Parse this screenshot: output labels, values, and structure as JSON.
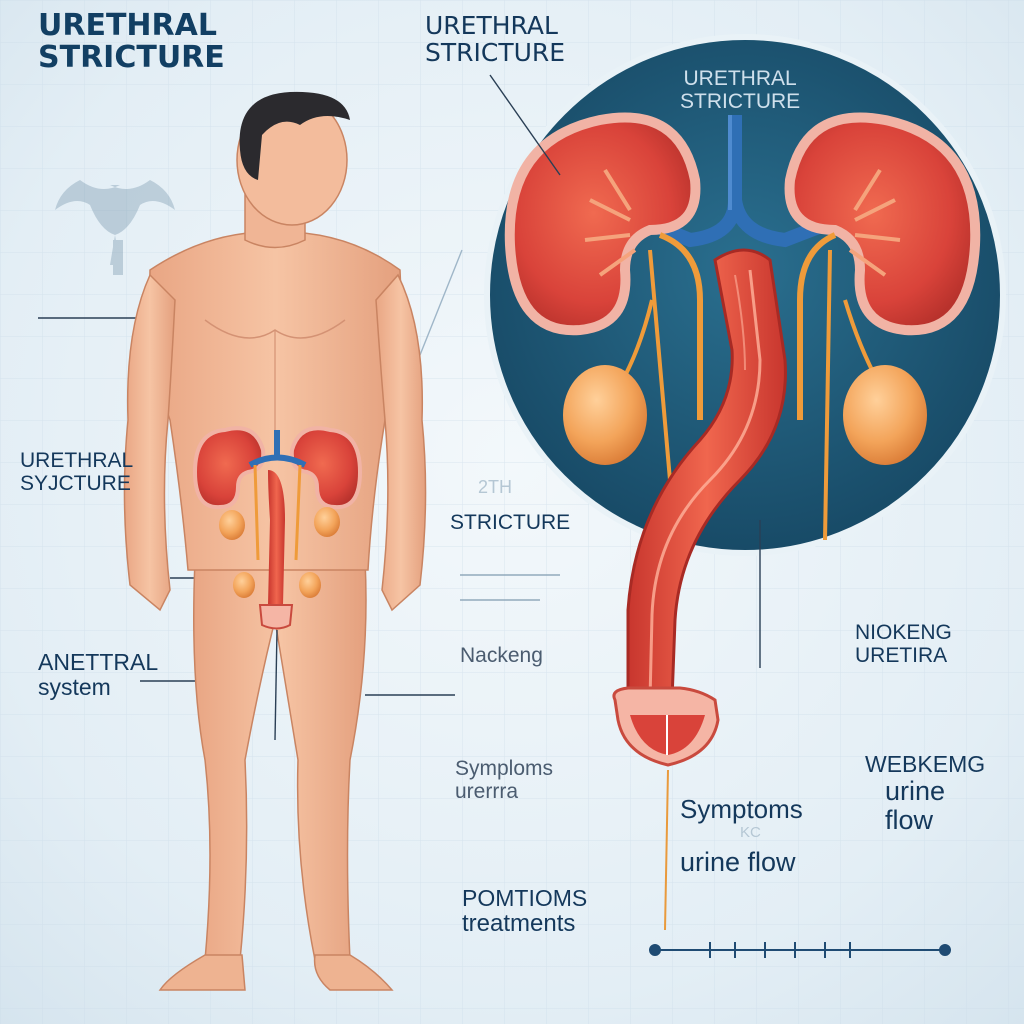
{
  "colors": {
    "background": "#eaf2f7",
    "navy_text": "#14385b",
    "circle_fill": "#1f5a78",
    "kidney_red": "#d9433a",
    "vessel_blue": "#2f6fb5",
    "ureter_orange": "#e99a3c",
    "skin": "#f2b996"
  },
  "labels": {
    "main_title_line1": "URETHRAL",
    "main_title_line2": "STRICTURE",
    "top_label_line1": "URETHRAL",
    "top_label_line2": "STRICTURE",
    "circle_label_line1": "URETHRAL",
    "circle_label_line2": "STRICTURE",
    "left_label_line1": "URETHRAL",
    "left_label_line2": "SYJCTURE",
    "faint_small": "2TH",
    "stricture": "STRICTURE",
    "system_line1": "ANETTRAL",
    "system_line2": "system",
    "narrowing_mid": "Nackeng",
    "narrowing_right_line1": "NIOKENG",
    "narrowing_right_line2": "URETIRA",
    "symptoms_mid_line1": "Symploms",
    "symptoms_mid_line2": "urerrra",
    "symptoms_main": "Symptoms",
    "faint_kc": "KC",
    "urine_flow": "urine flow",
    "weak_line1": "WEBKEMG",
    "weak_line2": "urine",
    "weak_line3": "flow",
    "treat_line1": "POMTIOMS",
    "treat_line2": "treatments"
  }
}
